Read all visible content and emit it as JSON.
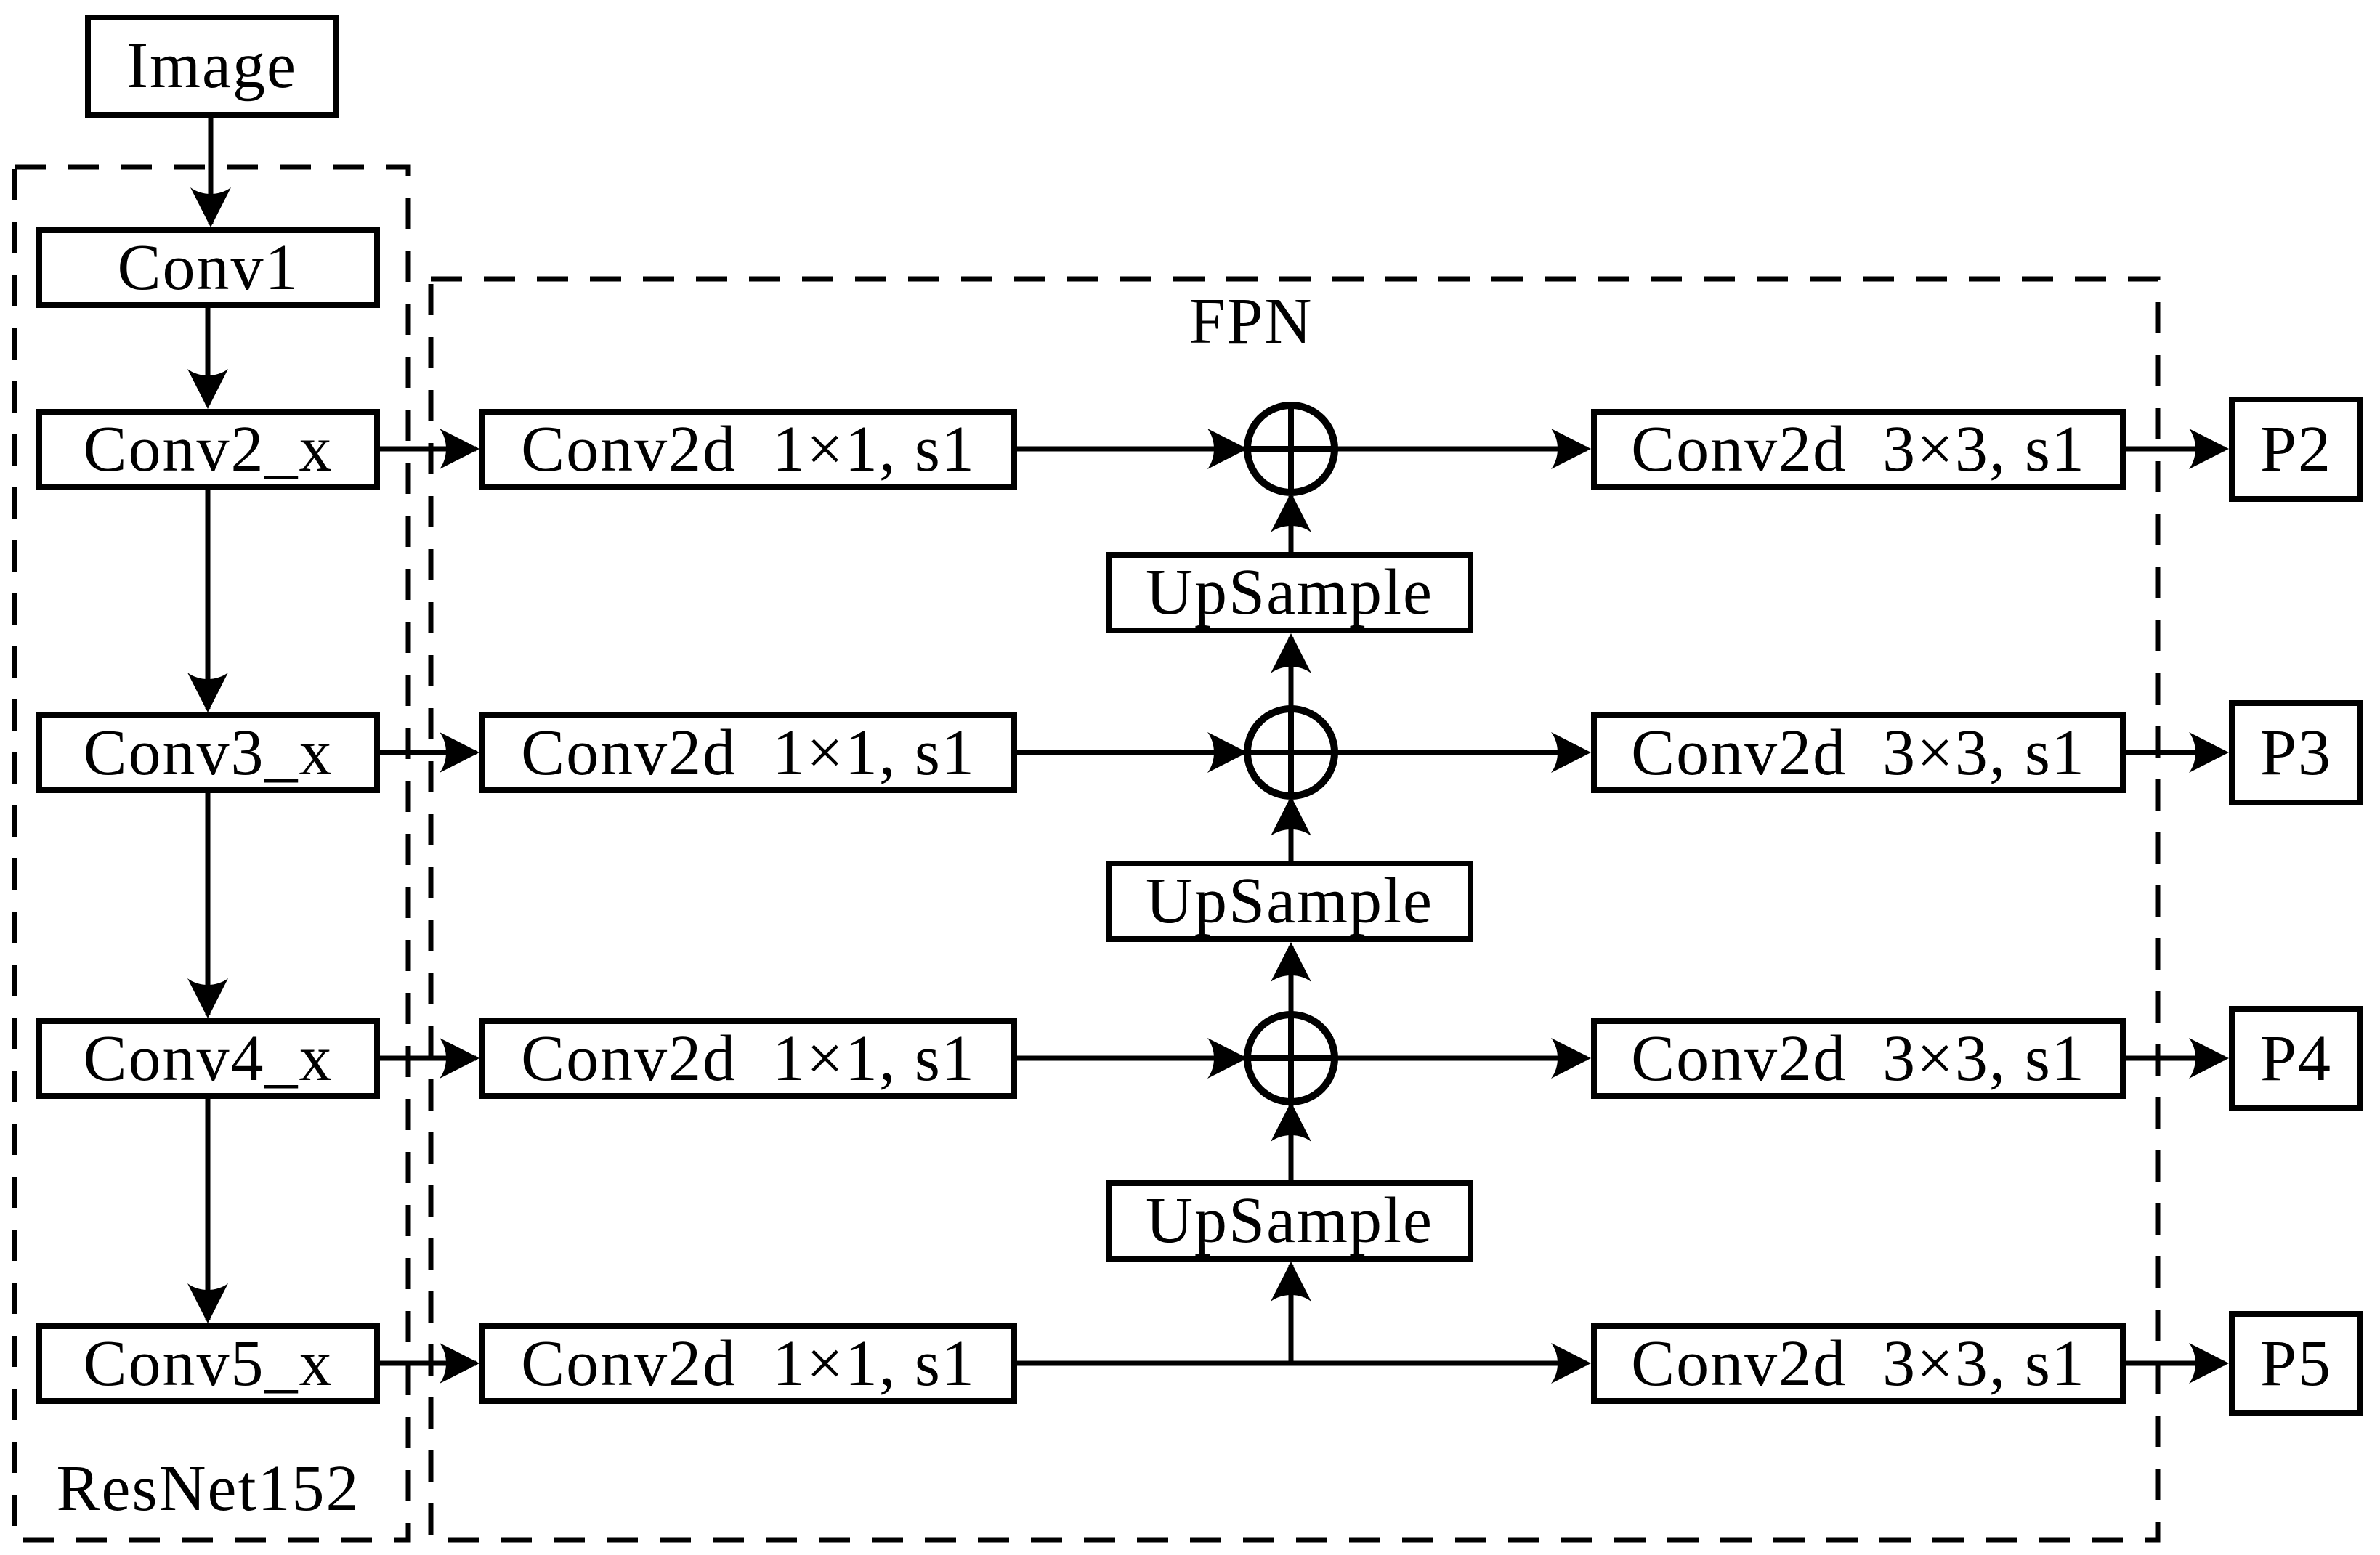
{
  "input": {
    "label": "Image"
  },
  "backbone": {
    "label": "ResNet152",
    "stages": [
      "Conv1",
      "Conv2_x",
      "Conv3_x",
      "Conv4_x",
      "Conv5_x"
    ]
  },
  "fpn": {
    "label": "FPN",
    "lateral_conv_label": "Conv2d  1×1, s1",
    "output_conv_label": "Conv2d  3×3, s1",
    "upsample_label": "UpSample",
    "merge_icon": "circled-plus",
    "outputs": [
      "P2",
      "P3",
      "P4",
      "P5"
    ]
  },
  "colors": {
    "stroke": "#000000",
    "background": "#ffffff"
  }
}
